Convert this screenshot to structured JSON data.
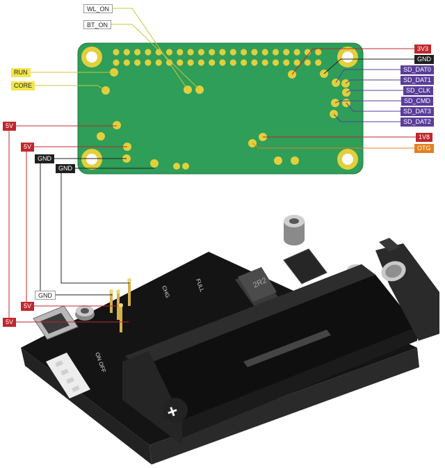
{
  "colors": {
    "pcb_green": "#2e9e58",
    "pad_gold": "#e3cf3c",
    "wire_red": "#c0272d",
    "wire_dark": "#222222",
    "wire_purple": "#5a3d9a",
    "wire_orange": "#e4801d",
    "wire_yellow": "#c9c640",
    "board_black": "#141414"
  },
  "pizero_labels": {
    "wl_on": "WL_ON",
    "bt_on": "BT_ON",
    "run": "RUN",
    "core": "CORE",
    "v5_a": "5V",
    "v5_b": "5V",
    "gnd_a": "GND",
    "gnd_b": "GND",
    "v3v3": "3V3",
    "gnd_right": "GND",
    "sd_dat0": "SD_DAT0",
    "sd_dat1": "SD_DAT1",
    "sd_clk": "SD_CLK",
    "sd_cmd": "SD_CMD",
    "sd_dat3": "SD_DAT3",
    "sd_dat2": "SD_DAT2",
    "v1v8": "1V8",
    "otg": "OTG"
  },
  "ups_labels": {
    "gnd": "GND",
    "v5_a": "5V",
    "v5_b": "5V"
  },
  "silkscreen": {
    "chip": "2R2",
    "full": "FULL",
    "chg": "CHG",
    "on_off": "ON OFF",
    "plus": "+"
  }
}
